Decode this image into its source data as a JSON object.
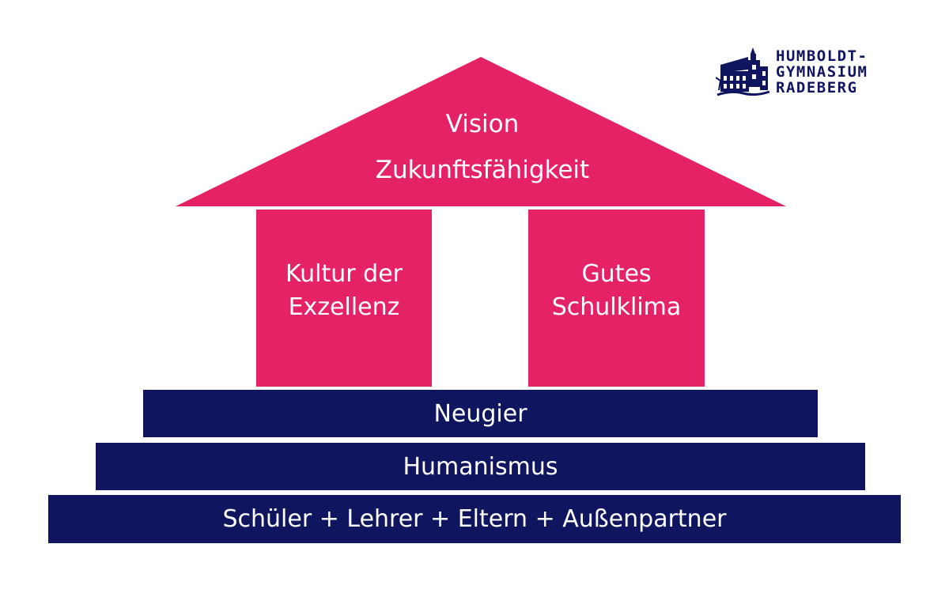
{
  "logo": {
    "line1": "HUMBOLDT-",
    "line2": "GYMNASIUM",
    "line3": "RADEBERG",
    "emblem_icon": "castle-building-icon",
    "color": "#101560"
  },
  "roof": {
    "line1": "Vision",
    "line2": "Zukunftsfähigkeit",
    "color": "#e62266"
  },
  "pillars": [
    {
      "line1": "Kultur der",
      "line2": "Exzellenz"
    },
    {
      "line1": "Gutes",
      "line2": "Schulklima"
    }
  ],
  "steps": [
    {
      "label": "Neugier"
    },
    {
      "label": "Humanismus"
    },
    {
      "label": "Schüler + Lehrer + Eltern + Außenpartner"
    }
  ],
  "colors": {
    "accent": "#e62266",
    "base": "#101560",
    "text_on_fill": "#ffffff"
  }
}
